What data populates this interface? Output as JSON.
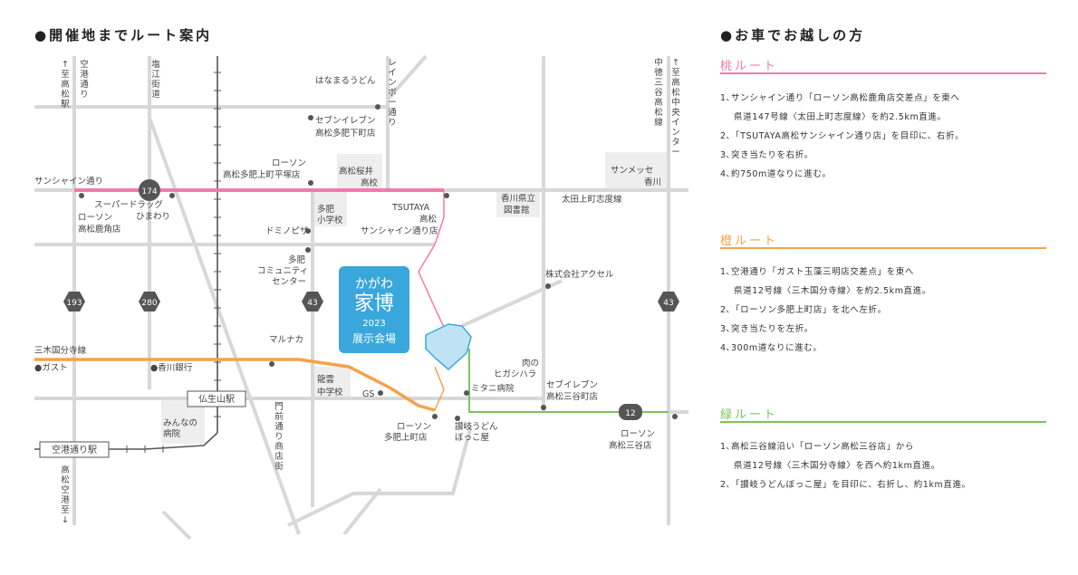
{
  "headers": {
    "left": "●開催地までルート案内",
    "right": "●お車でお越しの方"
  },
  "colors": {
    "momo": "#f07aac",
    "dai": "#f4a24a",
    "midori": "#7cc35c",
    "road": "#d8d8d8",
    "venue": "#3aa7dc",
    "rail": "#555555"
  },
  "map": {
    "vroads": [
      {
        "name": "空港通り",
        "lines": [
          "↑",
          "至",
          "高",
          "松",
          "駅"
        ],
        "sub": [
          "空",
          "港",
          "通",
          "り"
        ]
      },
      {
        "name": "塩江街道",
        "lines": [
          "塩",
          "江",
          "街",
          "道"
        ]
      },
      {
        "name": "レインボー通り",
        "lines": [
          "レ",
          "イ",
          "ン",
          "ボ",
          "ー",
          "通",
          "り"
        ]
      },
      {
        "name": "中徳三谷高松線",
        "lines": [
          "中",
          "徳",
          "三",
          "谷",
          "高",
          "松",
          "線"
        ]
      },
      {
        "name": "高松中央インター",
        "lines": [
          "↑",
          "至",
          "高",
          "松",
          "中",
          "央",
          "イ",
          "ン",
          "タ",
          "ー"
        ]
      },
      {
        "name": "門前通り商店街",
        "lines": [
          "門",
          "前",
          "通",
          "り",
          "商",
          "店",
          "街"
        ]
      },
      {
        "name": "高松空港",
        "lines": [
          "高",
          "松",
          "空",
          "港",
          "至",
          "↓"
        ]
      }
    ],
    "labels": {
      "sunshine": "サンシャイン通り",
      "shido": "太田上町志度線",
      "sanki": "三木国分寺線",
      "hanamaru": "はなまるうどん",
      "seven1": "セブンイレブン",
      "seven1b": "高松多肥下町店",
      "lawson1": "ローソン",
      "lawson1b": "高松多肥上町平塚店",
      "sakurai": "高松桜井",
      "sakurai2": "高校",
      "sunmesse": "サンメッセ",
      "sunmesse2": "香川",
      "library": "香川県立",
      "library2": "図書館",
      "super1": "スーパードラッグ",
      "super2": "ひまわり",
      "lawson2": "ローソン",
      "lawson2b": "高松鹿角店",
      "tahi_sch": "多肥",
      "tahi_sch2": "小学校",
      "tsutaya": "TSUTAYA",
      "tsutaya2": "高松",
      "tsutaya3": "サンシャイン通り店",
      "domino": "ドミノピザ",
      "comm1": "多肥",
      "comm2": "コミュニティ",
      "comm3": "センター",
      "accel": "株式会社アクセル",
      "marunaka": "マルナカ",
      "gust": "●ガスト",
      "kagawa_bank": "●香川銀行",
      "ryuun": "龍雲",
      "ryuun2": "中学校",
      "gs": "GS",
      "mitani": "ミタニ病院",
      "niku": "肉の",
      "niku2": "ヒガシハラ",
      "seven2": "セブイレブン",
      "seven2b": "高松三谷町店",
      "minna": "みんなの",
      "minna2": "病院",
      "lawson3": "ローソン",
      "lawson3b": "多肥上町店",
      "sanuki": "讃岐うどん",
      "sanuki2": "ぼっこ屋",
      "lawson4": "ローソン",
      "lawson4b": "高松三谷店",
      "busshozan": "仏生山駅",
      "kuko_st": "空港通り駅"
    },
    "shields": {
      "r174": "174",
      "r193": "193",
      "r280": "280",
      "r43a": "43",
      "r43b": "43",
      "r12": "12"
    },
    "venue": {
      "line1": "かがわ",
      "line2": "家博",
      "year": "2023",
      "line3": "展示会場"
    }
  },
  "routes": [
    {
      "title": "桃ルート",
      "color": "#f07aac",
      "steps": [
        "1､サンシャイン通り「ローソン高松鹿角店交差点」を東へ",
        "県道147号線〈太田上町志度線〉を約2.5km直進。",
        "2､「TSUTAYA高松サンシャイン通り店」を目印に、右折。",
        "3､突き当たりを右折。",
        "4､約750m道なりに進む。"
      ]
    },
    {
      "title": "橙ルート",
      "color": "#f4a24a",
      "steps": [
        "1､空港通り「ガスト玉藻三明店交差点」を東へ",
        "県道12号線〈三木国分寺線〉を約2.5km直進。",
        "2､「ローソン多肥上町店」を北へ左折。",
        "3､突き当たりを左折。",
        "4､300m道なりに進む。"
      ]
    },
    {
      "title": "緑ルート",
      "color": "#7cc35c",
      "steps": [
        "1､高松三谷線沿い「ローソン高松三谷店」から",
        "県道12号線〈三木国分寺線〉を西へ約1km直進。",
        "2､「讃岐うどんぼっこ屋」を目印に、右折し、約1km直進。"
      ]
    }
  ]
}
